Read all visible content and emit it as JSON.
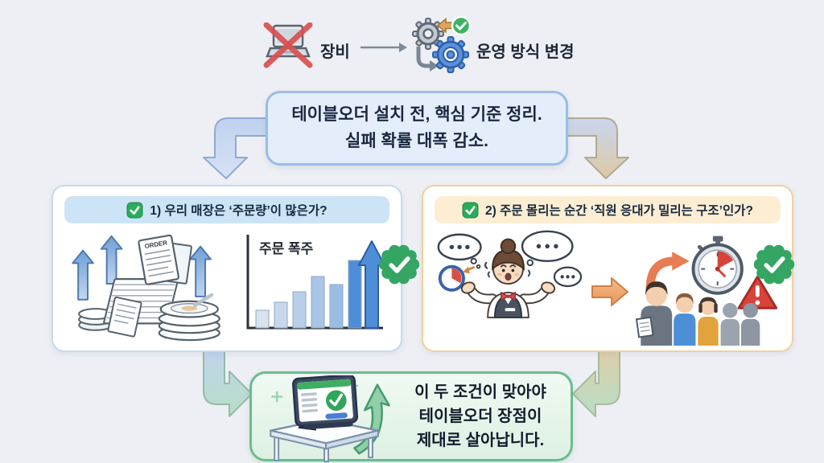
{
  "top_row": {
    "equipment_label": "장비",
    "change_label": "운영 방식 변경",
    "icons": {
      "crossed_laptop": "laptop-with-red-x",
      "flow_arrow": "right-arrow",
      "gears": "process-gears-cycle",
      "gears_check": "green-check-circle"
    }
  },
  "header_box": {
    "line1": "테이블오더 설치 전, 핵심 기준 정리.",
    "line2": "실패 확률 대폭 감소."
  },
  "card1": {
    "check_icon": "green-square-check",
    "title": "1) 우리 매장은 ‘주문량’이 많은가?",
    "illustration": "order-receipts-and-plates",
    "order_sticker": "ORDER",
    "chart": {
      "type": "bar",
      "label": "주문 폭주",
      "values": [
        22,
        32,
        45,
        64,
        54,
        84
      ],
      "bar_colors": [
        "#d9e2ef",
        "#c8d8ec",
        "#b9cfe9",
        "#a8c5e6",
        "#9bbde4",
        "#4e8ed9"
      ],
      "bar_outline": "#8fa6c4",
      "arrow_color": "#4e8ed9"
    }
  },
  "card2": {
    "check_icon": "green-square-check",
    "title": "2) 주문 몰리는 순간 ‘직원 응대가 밀리는 구조’인가?",
    "illustration_left": "overwhelmed-server-speech-bubbles-clock",
    "illustration_right": "waiting-crowd-stopwatch-alert"
  },
  "badges": {
    "icon": "green-scalloped-check-badge",
    "color": "#35a563"
  },
  "bottom_box": {
    "line1": "이 두 조건이 맞아야",
    "line2": "테이블오더 장점이",
    "line3": "제대로 살아납니다.",
    "illustration": "tablet-order-device-on-table-growth-arrow"
  },
  "colors": {
    "background": "#edeff4",
    "header_fill": "#e4eefb",
    "header_border": "#9bbce6",
    "card1_border": "#c5daef",
    "card1_strip": "#cde4f7",
    "card2_border": "#f3d09b",
    "card2_strip": "#fdeed3",
    "bottom_border": "#6cbb8e",
    "badge_green": "#35a563",
    "alert_red": "#d8433a",
    "text_dark": "#1a2740"
  }
}
